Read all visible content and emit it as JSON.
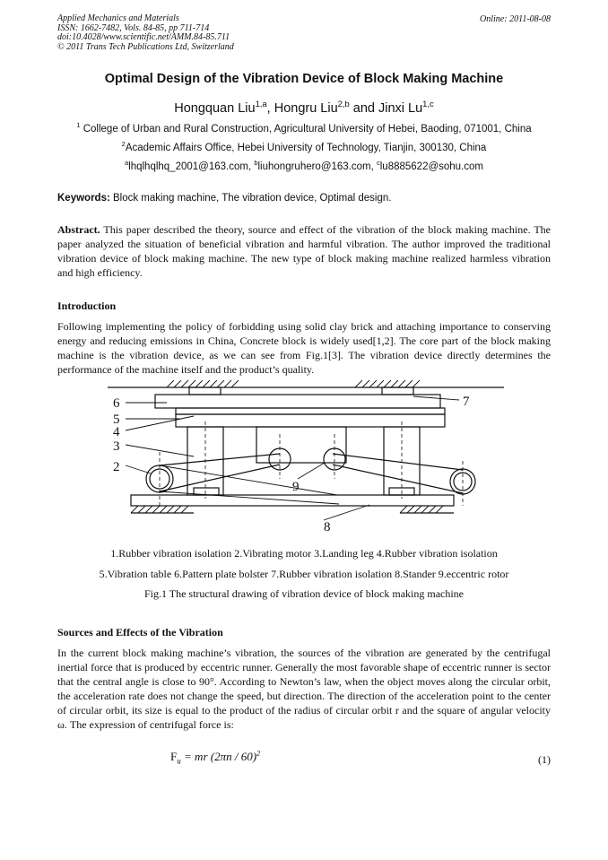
{
  "header": {
    "journal": "Applied Mechanics and Materials",
    "issn": "ISSN: 1662-7482, Vols. 84-85, pp 711-714",
    "doi": "doi:10.4028/www.scientific.net/AMM.84-85.711",
    "copyright": "© 2011 Trans Tech Publications Ltd, Switzerland",
    "online": "Online: 2011-08-08"
  },
  "title": "Optimal Design of the Vibration Device of Block Making Machine",
  "authors": [
    {
      "name": "Hongquan Liu",
      "sup": "1,a"
    },
    {
      "name": "Hongru Liu",
      "sup": "2,b"
    },
    {
      "name": "Jinxi  Lu",
      "sup": "1,c"
    }
  ],
  "authors_sep1": ", ",
  "authors_sep2": " and ",
  "affiliations": {
    "a1_sup": "1",
    "a1": " College of Urban and Rural Construction, Agricultural University of Hebei, Baoding, 071001, China",
    "a2_sup": "2",
    "a2": "Academic Affairs Office, Hebei University of Technology, Tianjin, 300130, China",
    "email_a_sup": "a",
    "email_a": "lhqlhqlhq_2001@163.com, ",
    "email_b_sup": "b",
    "email_b": "liuhongruhero@163.com, ",
    "email_c_sup": "c",
    "email_c": "lu8885622@sohu.com"
  },
  "keywords": {
    "label": "Keywords:",
    "text": " Block making machine, The vibration device, Optimal design."
  },
  "abstract": {
    "label": "Abstract.",
    "text": " This paper described the theory, source and effect of the vibration of the block making machine. The paper analyzed the situation of beneficial vibration and harmful vibration. The author improved the traditional vibration device of block making machine. The new type of block making machine realized harmless vibration and high efficiency."
  },
  "introduction": {
    "heading": "Introduction",
    "text": "Following implementing the policy of forbidding using solid clay brick and attaching importance to conserving energy and reducing emissions in China, Concrete block is widely used[1,2]. The core part of the block making machine is the vibration device, as we can see from Fig.1[3]. The vibration device directly determines the performance of the machine itself and the product’s quality."
  },
  "figure": {
    "labels": [
      "6",
      "5",
      "4",
      "3",
      "2",
      "7",
      "9",
      "8"
    ],
    "caption_line1": "1.Rubber vibration isolation 2.Vibrating motor 3.Landing leg 4.Rubber vibration isolation",
    "caption_line2": "5.Vibration table 6.Pattern plate bolster 7.Rubber vibration isolation 8.Stander 9.eccentric rotor",
    "caption_line3": "Fig.1 The structural drawing of vibration device of block making machine"
  },
  "sources": {
    "heading": "Sources and Effects of the Vibration",
    "text": "In the current block making machine’s vibration, the sources of the vibration are generated by the centrifugal inertial force that is produced by eccentric runner. Generally the most favorable shape of eccentric runner is sector that the central angle is close to 90°. According to Newton’s law, when the object moves along the circular orbit, the acceleration rate does not change the speed, but direction. The direction of the acceleration point to the center of circular orbit, its size is equal to the product of the radius of circular orbit r and the square of angular velocity ω. The expression of centrifugal force is:"
  },
  "equation": {
    "lhs": "F",
    "lhs_sub": "u",
    "rhs": " = mr (2πn / 60)",
    "power": "2",
    "number": "(1)"
  }
}
